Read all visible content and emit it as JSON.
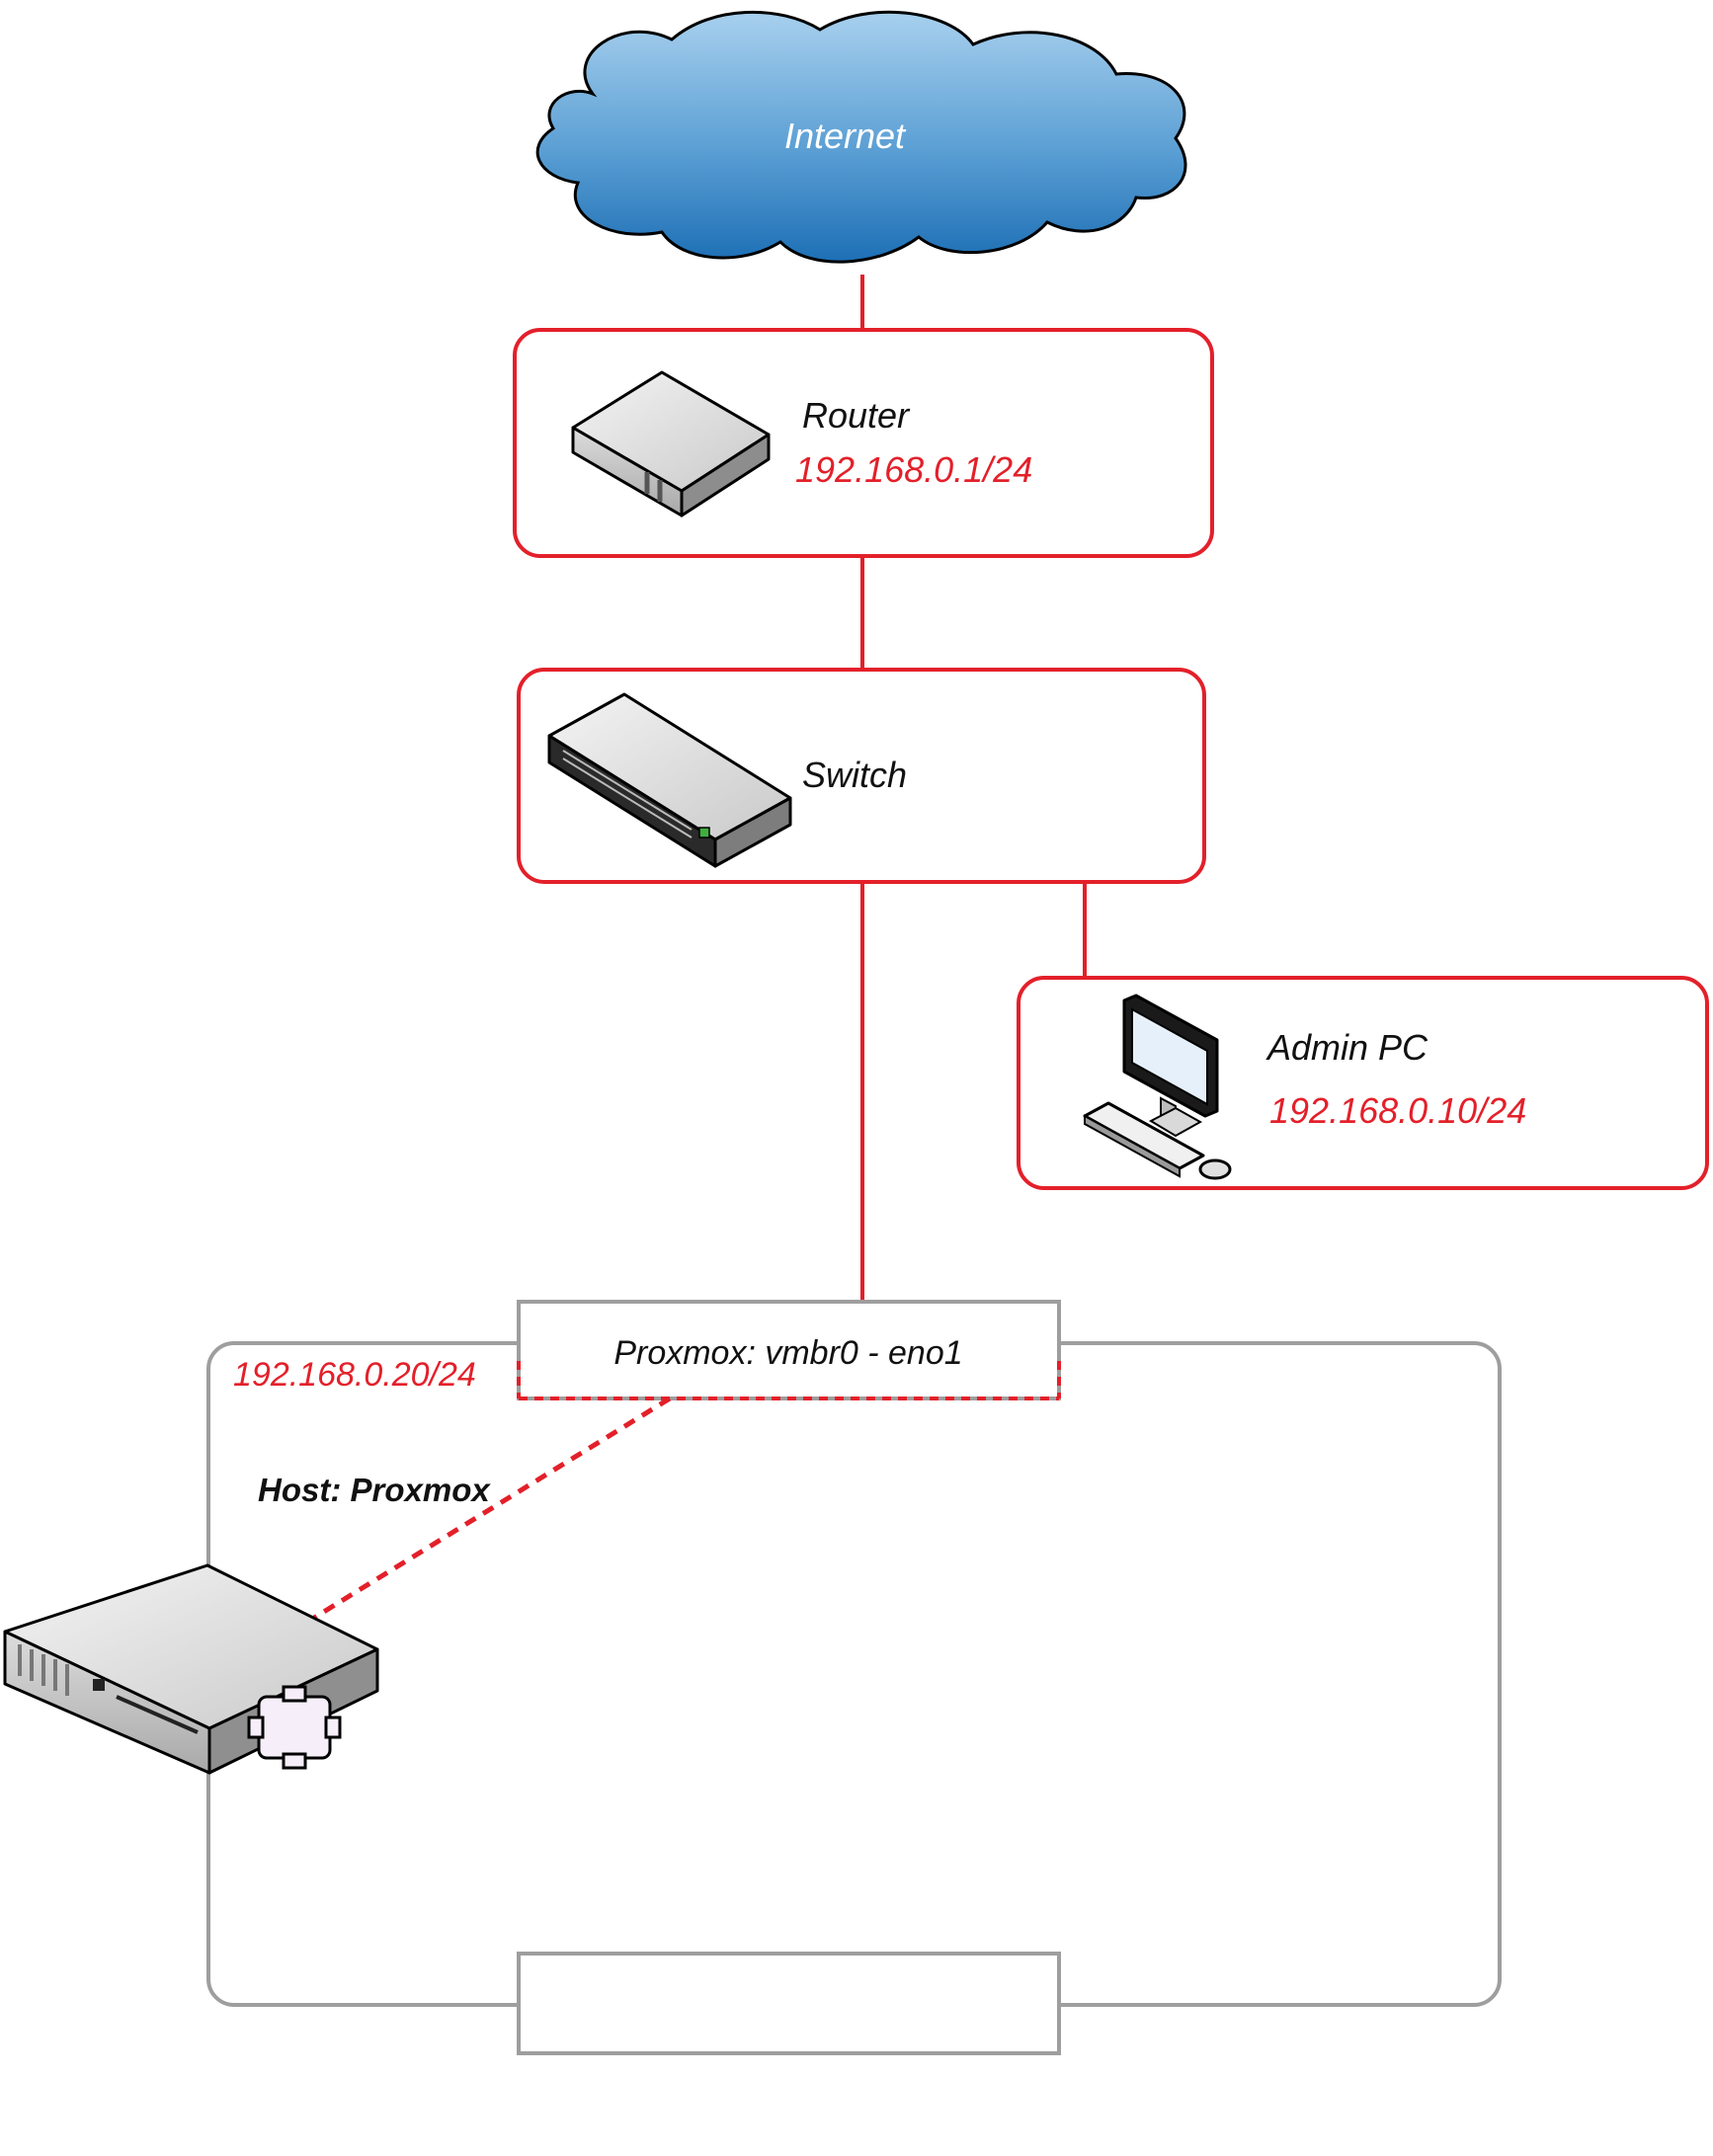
{
  "colors": {
    "accent": "#e3202a",
    "frame": "#9e9e9e",
    "cloud": "#4a8fc8",
    "text": "#111111"
  },
  "internet": {
    "label": "Internet",
    "icon": "cloud-icon"
  },
  "router": {
    "name": "Router",
    "ip": "192.168.0.1/24",
    "icon": "router-icon"
  },
  "switch": {
    "name": "Switch",
    "icon": "switch-icon"
  },
  "admin_pc": {
    "name": "Admin PC",
    "ip": "192.168.0.10/24",
    "icon": "desktop-pc-icon"
  },
  "proxmox": {
    "bridge_label": "Proxmox: vmbr0 - eno1",
    "ip": "192.168.0.20/24",
    "host_label": "Host: Proxmox",
    "bottom_label": "",
    "icon": "server-icon"
  }
}
